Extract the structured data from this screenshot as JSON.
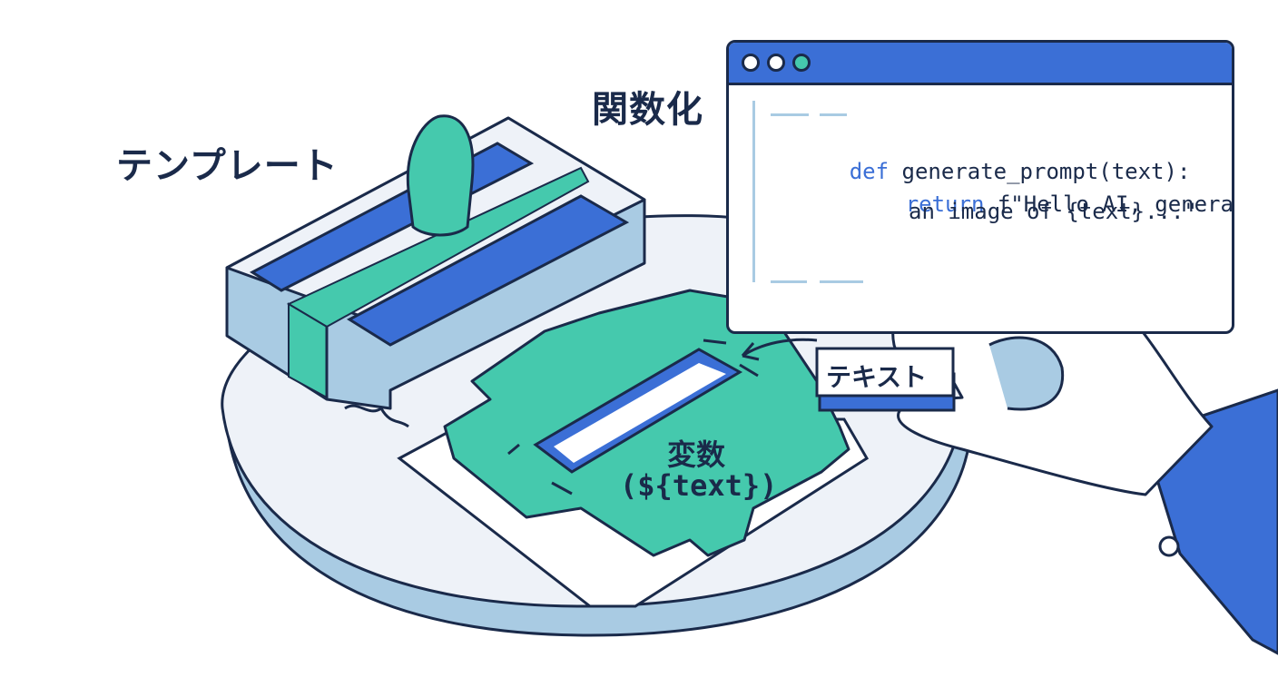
{
  "labels": {
    "template": "テンプレート",
    "function": "関数化",
    "text_card": "テキスト",
    "variable": "変数",
    "variable_code": "(${text})"
  },
  "code": {
    "line1_keyword": "def",
    "line1_rest": " generate_prompt(text):",
    "line2_keyword": "return",
    "line2_rest": " f\"Hello AI, generate",
    "line3": "an image of {text}...\""
  },
  "colors": {
    "navy": "#1a2a4a",
    "blue": "#3b6fd6",
    "teal": "#45c9ad",
    "light_blue": "#a9cbe3",
    "base_fill": "#eef2f8"
  },
  "icons": [
    "stamp-press",
    "hand-icon",
    "browser-window-dots"
  ]
}
